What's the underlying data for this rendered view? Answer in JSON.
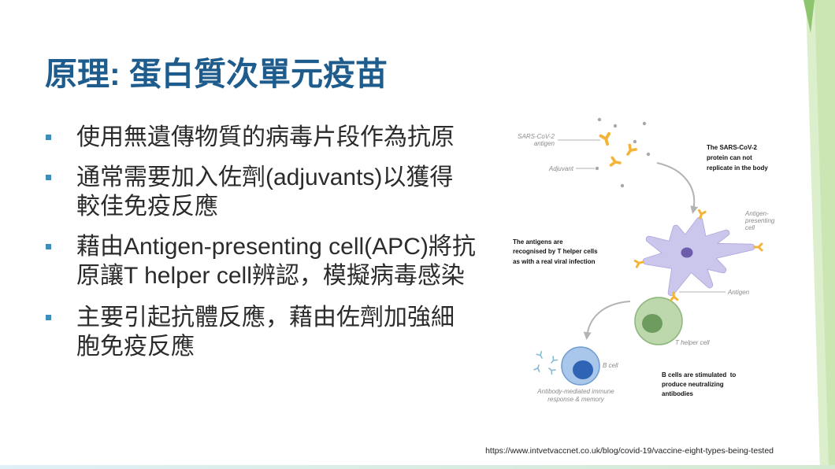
{
  "slide": {
    "title": "原理: 蛋白質次單元疫苗",
    "bullets": [
      {
        "lines": [
          "使用無遺傳物質的病毒片段作為抗原"
        ]
      },
      {
        "lines": [
          "通常需要加入佐劑(adjuvants)以獲得",
          "較佳免疫反應"
        ]
      },
      {
        "lines": [
          "藉由Antigen-presenting cell(APC)將抗",
          "原讓T helper cell辨認，模擬病毒感染"
        ]
      },
      {
        "lines": [
          "主要引起抗體反應，藉由佐劑加強細",
          "胞免疫反應"
        ]
      }
    ],
    "source_url": "https://www.intvetvaccnet.co.uk/blog/covid-19/vaccine-eight-types-being-tested"
  },
  "diagram": {
    "sars_antigen_label": [
      "SARS-CoV-2",
      "antigen"
    ],
    "adjuvant_label": "Adjuvant",
    "no_replication_note": [
      "The SARS-CoV-2",
      "protein can not",
      "replicate in the body"
    ],
    "apc_label": [
      "Antigen-",
      "presenting",
      "cell"
    ],
    "recognition_note": [
      "The antigens are",
      "recognised by T helper cells",
      "as with a real viral infection"
    ],
    "antigen_label": "Antigen",
    "t_cell_label": "T helper cell",
    "b_cell_label": "B cell",
    "antibody_response_label": [
      "Antibody-mediated immune",
      "response & memory"
    ],
    "b_cell_note": [
      "B cells are stimulated  to",
      "produce neutralizing",
      "antibodies"
    ]
  },
  "icons": {
    "bullet_marker": "square-bullet-icon",
    "antigen": "antigen-icon",
    "adjuvant": "adjuvant-dot",
    "antibody": "antibody-icon",
    "arrow": "curved-arrow-icon"
  },
  "colors": {
    "title": "#1d5c8c",
    "bullet_marker": "#3b8fba",
    "body_text": "#2b2b2b",
    "source_text": "#222222",
    "label_gray": "#8a8a8a",
    "label_dark": "#111111",
    "pointer": "#9a9a9a",
    "arrow": "#b3b3b3",
    "antigen": "#f2b53a",
    "adjuvant": "#a8a8a8",
    "antibody": "#86bcd2",
    "apc_fill": "#cac6ec",
    "apc_edge": "#aaa3da",
    "apc_nucleus": "#6d5cab",
    "t_cell_fill": "#bcd8ac",
    "t_cell_edge": "#8ab57a",
    "t_cell_nucleus": "#6e9c5f",
    "b_cell_fill": "#a9c7ea",
    "b_cell_edge": "#6f9bd0",
    "b_cell_nucleus": "#2f64b4",
    "band_light": "#dcefcd",
    "band_mid": "#cbe6b3",
    "band_dark": "#8cc56d",
    "bottom_band_start": "#dff0f6",
    "bottom_band_end": "#d3ead0"
  }
}
